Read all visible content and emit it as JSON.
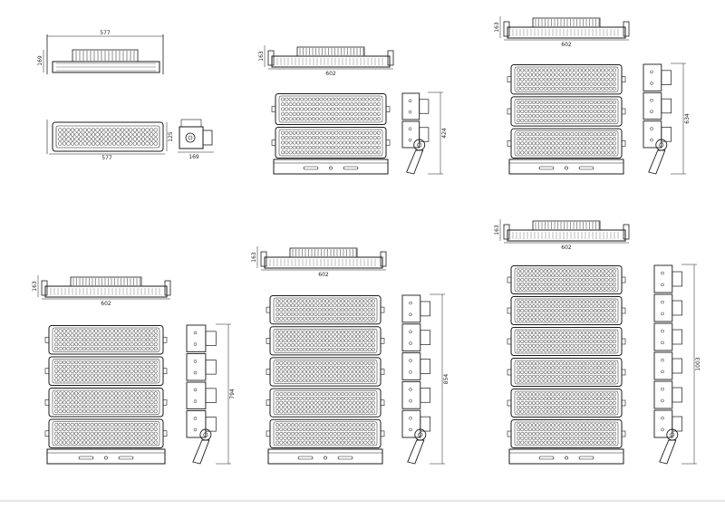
{
  "colors": {
    "line": "#1a1a1a",
    "light": "#555555",
    "bg": "#ffffff",
    "bottom_rule": "#cccccc"
  },
  "units": [
    {
      "modules": 1,
      "top_width": "577",
      "top_height": "169",
      "front_width": "577",
      "front_height": "125",
      "side_width": "169"
    },
    {
      "modules": 2,
      "top_width": "602",
      "top_height": "163",
      "side_height": "424"
    },
    {
      "modules": 3,
      "top_width": "602",
      "top_height": "163",
      "side_height": "634"
    },
    {
      "modules": 4,
      "top_width": "602",
      "top_height": "163",
      "side_height": "794"
    },
    {
      "modules": 5,
      "top_width": "602",
      "top_height": "163",
      "side_height": "854"
    },
    {
      "modules": 6,
      "top_width": "602",
      "top_height": "163",
      "side_height": "1003"
    }
  ]
}
